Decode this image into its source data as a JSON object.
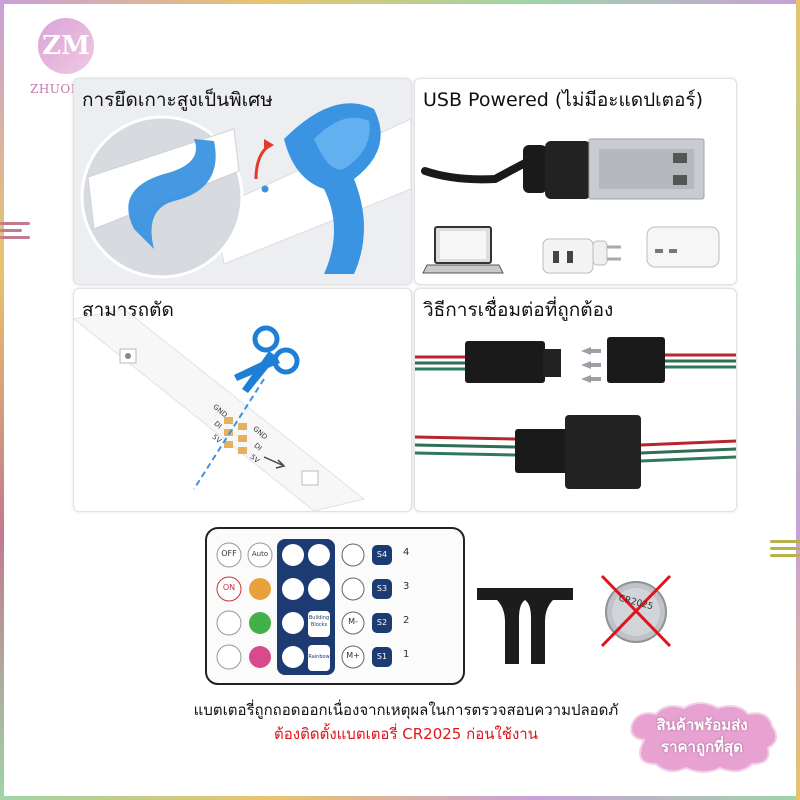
{
  "brand": {
    "logo_letters": "ZM",
    "name": "ZHUOMA"
  },
  "panels": {
    "adhesive": {
      "title": "การยึดเกาะสูงเป็นพิเศษ"
    },
    "usb": {
      "title": "USB Powered (ไม่มีอะแดปเตอร์)"
    },
    "cut": {
      "title": "สามารถตัด",
      "pad_labels": [
        "GND",
        "DI",
        "5V"
      ]
    },
    "connect": {
      "title": "วิธีการเชื่อมต่อที่ถูกต้อง"
    }
  },
  "remote": {
    "buttons": {
      "col1": [
        "OFF",
        "ON"
      ],
      "col2": [
        "Auto"
      ],
      "col4": [
        "Building Blocks",
        "Rainbow"
      ],
      "col5": [
        "M-",
        "M+"
      ],
      "col6": [
        "S1",
        "S2",
        "S3",
        "S4"
      ],
      "col7": [
        "4",
        "3",
        "2",
        "1"
      ]
    }
  },
  "battery": {
    "label": "CR2025"
  },
  "captions": {
    "line1": "แบตเตอรี่ถูกถอดออกเนื่องจากเหตุผลในการตรวจสอบความปลอดภั",
    "line2": "ต้องติดตั้งแบตเตอรี่ CR2025 ก่อนใช้งาน"
  },
  "badge": {
    "line1": "สินค้าพร้อมส่ง",
    "line2": "ราคาถูกที่สุด"
  },
  "colors": {
    "accent_red": "#e0141b",
    "badge_pink": "#e7a2d2",
    "tape_blue": "#3b93e0"
  }
}
